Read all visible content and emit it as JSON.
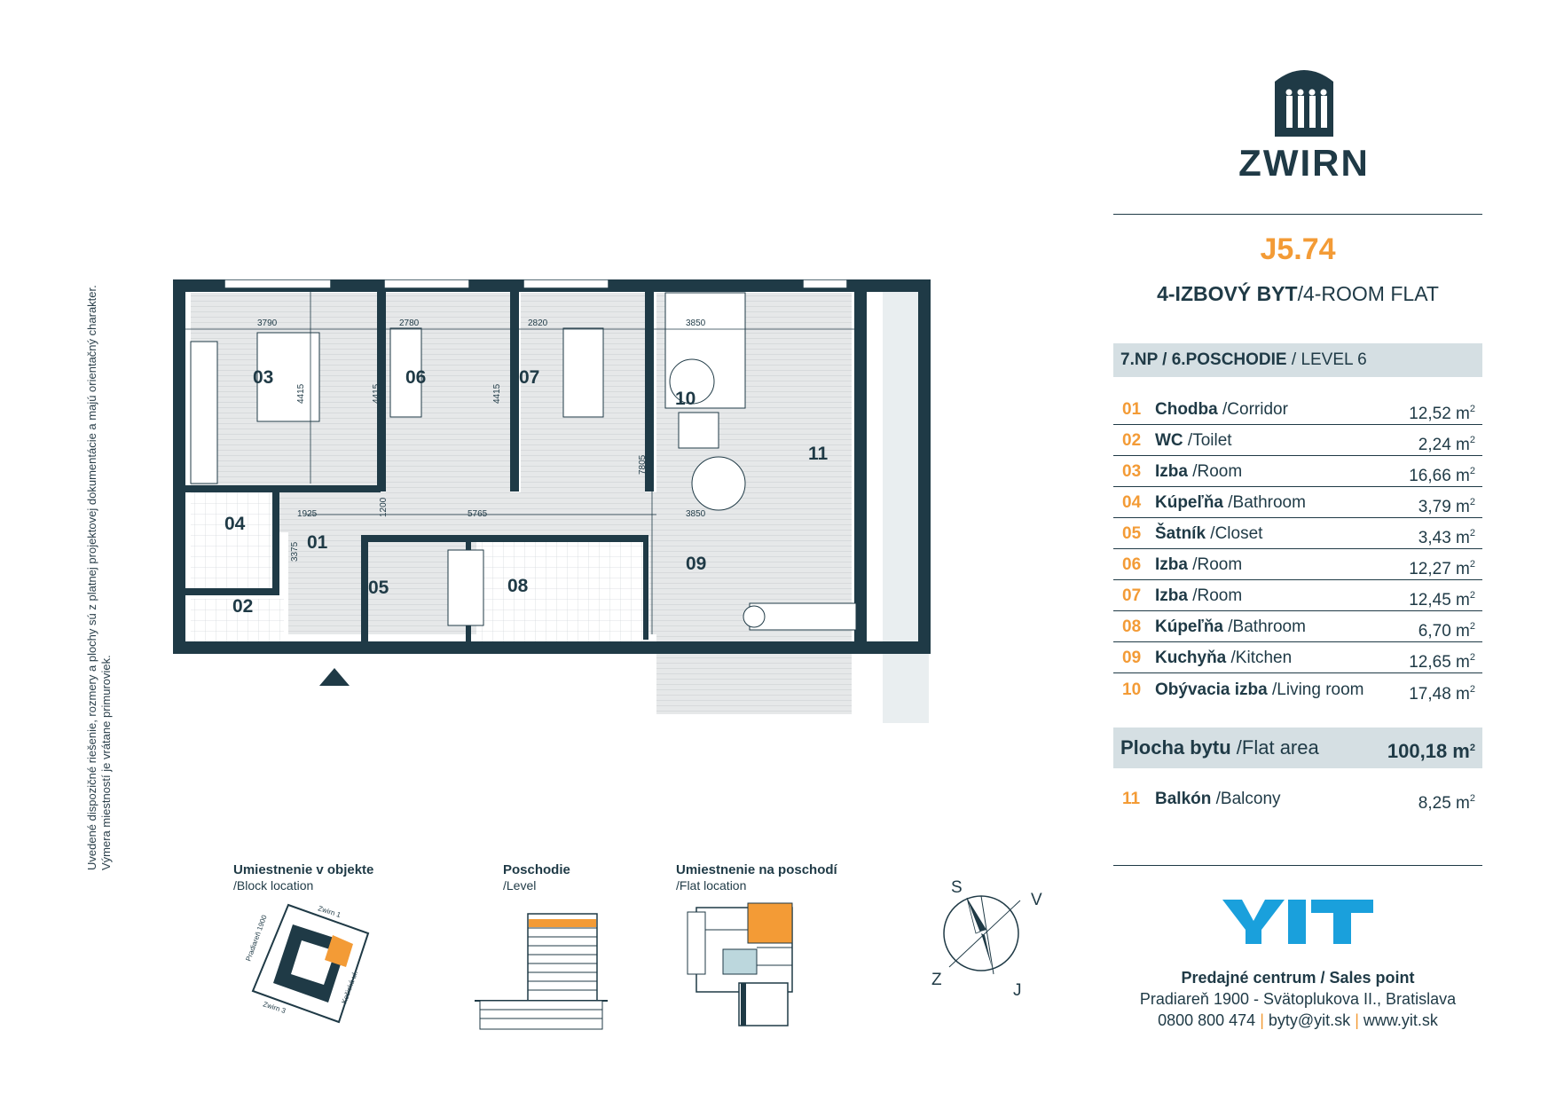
{
  "disclaimer": {
    "line1": "Uvedené dispozičné riešenie, rozmery a plochy sú z platnej projektovej dokumentácie a majú orientačný charakter.",
    "line2": "Výmera miestností je vrátane primuroviek."
  },
  "brand": {
    "name": "ZWIRN",
    "primary_color": "#1f3a46",
    "accent_color": "#f39b36",
    "panel_color": "#d5dfe3",
    "icon": "building-arches-icon"
  },
  "flat": {
    "id": "J5.74",
    "type_sk": "4-IZBOVÝ BYT",
    "type_en": "/4-ROOM FLAT"
  },
  "level": {
    "label_sk": "7.NP / 6.POSCHODIE",
    "label_en": " / LEVEL 6"
  },
  "rooms": [
    {
      "num": "01",
      "name_sk": "Chodba",
      "name_en": " /Corridor",
      "area": "12,52 m",
      "unit_sup": "2"
    },
    {
      "num": "02",
      "name_sk": "WC",
      "name_en": " /Toilet",
      "area": "2,24 m",
      "unit_sup": "2"
    },
    {
      "num": "03",
      "name_sk": "Izba",
      "name_en": " /Room",
      "area": "16,66 m",
      "unit_sup": "2"
    },
    {
      "num": "04",
      "name_sk": "Kúpeľňa",
      "name_en": " /Bathroom",
      "area": "3,79 m",
      "unit_sup": "2"
    },
    {
      "num": "05",
      "name_sk": "Šatník",
      "name_en": " /Closet",
      "area": "3,43 m",
      "unit_sup": "2"
    },
    {
      "num": "06",
      "name_sk": "Izba",
      "name_en": " /Room",
      "area": "12,27 m",
      "unit_sup": "2"
    },
    {
      "num": "07",
      "name_sk": "Izba",
      "name_en": " /Room",
      "area": "12,45 m",
      "unit_sup": "2"
    },
    {
      "num": "08",
      "name_sk": "Kúpeľňa",
      "name_en": " /Bathroom",
      "area": "6,70 m",
      "unit_sup": "2"
    },
    {
      "num": "09",
      "name_sk": "Kuchyňa",
      "name_en": " /Kitchen",
      "area": "12,65 m",
      "unit_sup": "2"
    },
    {
      "num": "10",
      "name_sk": "Obývacia izba",
      "name_en": " /Living room",
      "area": "17,48 m",
      "unit_sup": "2"
    }
  ],
  "total": {
    "name_sk": "Plocha bytu",
    "name_en": " /Flat area",
    "area": "100,18 m",
    "unit_sup": "2"
  },
  "balcony": {
    "num": "11",
    "name_sk": "Balkón",
    "name_en": " /Balcony",
    "area": "8,25 m",
    "unit_sup": "2"
  },
  "plan": {
    "room_labels": [
      "03",
      "06",
      "07",
      "10",
      "11",
      "04",
      "01",
      "05",
      "08",
      "09",
      "02"
    ],
    "dims": {
      "d3790": "3790",
      "d2780": "2780",
      "d2820": "2820",
      "d3850a": "3850",
      "d4415a": "4415",
      "d4415b": "4415",
      "d4415c": "4415",
      "d7805": "7805",
      "d1925": "1925",
      "d1200": "1200",
      "d5765": "5765",
      "d3850b": "3850",
      "d3375": "3375"
    }
  },
  "mini": {
    "block_title": "Umiestnenie v objekte",
    "block_sub": "/Block location",
    "level_title": "Poschodie",
    "level_sub": "/Level",
    "flat_title": "Umiestnenie na poschodí",
    "flat_sub": "/Flat location",
    "block_labels": {
      "zwirn1": "Zwirn 1",
      "pradiaren": "Pradiareň 1900",
      "kosicka": "Košická ul.",
      "zwirn3": "Zwirn 3"
    }
  },
  "compass": {
    "s": "S",
    "v": "V",
    "z": "Z",
    "j": "J"
  },
  "sales": {
    "logo": "YIT",
    "title": "Predajné centrum / Sales point",
    "address": "Pradiareň 1900 - Svätoplukova II., Bratislava",
    "phone": "0800 800 474",
    "separator": "|",
    "email": "byty@yit.sk",
    "web": "www.yit.sk",
    "logo_color": "#1aa0dc"
  }
}
